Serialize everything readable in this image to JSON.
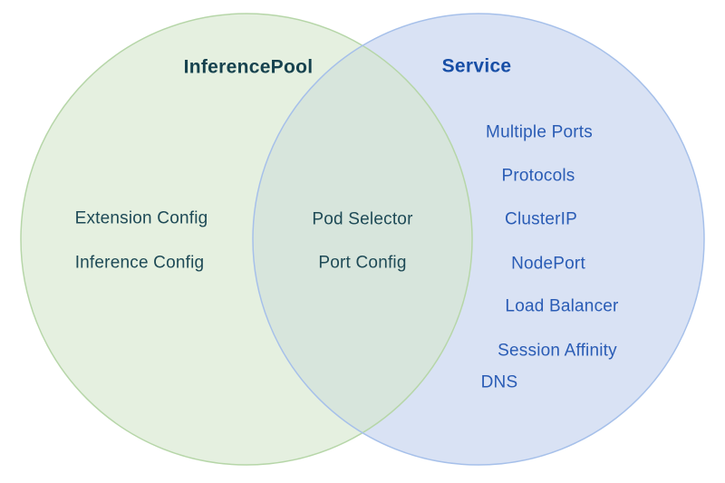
{
  "background_color": "#ffffff",
  "venn": {
    "left": {
      "title": "InferencePool",
      "items": [
        "Extension Config",
        "Inference Config"
      ],
      "fill_color": "#e5f0e0",
      "border_color": "#b6d6a8",
      "title_color": "#16424e",
      "item_color": "#1e4a56"
    },
    "right": {
      "title": "Service",
      "items": [
        "Multiple Ports",
        "Protocols",
        "ClusterIP",
        "NodePort",
        "Load Balancer",
        "Session Affinity",
        "DNS"
      ],
      "fill_color": "#d9e2f4",
      "border_color": "#a6c0ea",
      "title_color": "#174ea6",
      "item_color": "#2a5cb5"
    },
    "overlap": {
      "items": [
        "Pod Selector",
        "Port Config"
      ],
      "fill_color": "#d7e5dc",
      "item_color": "#1e4a56"
    }
  }
}
